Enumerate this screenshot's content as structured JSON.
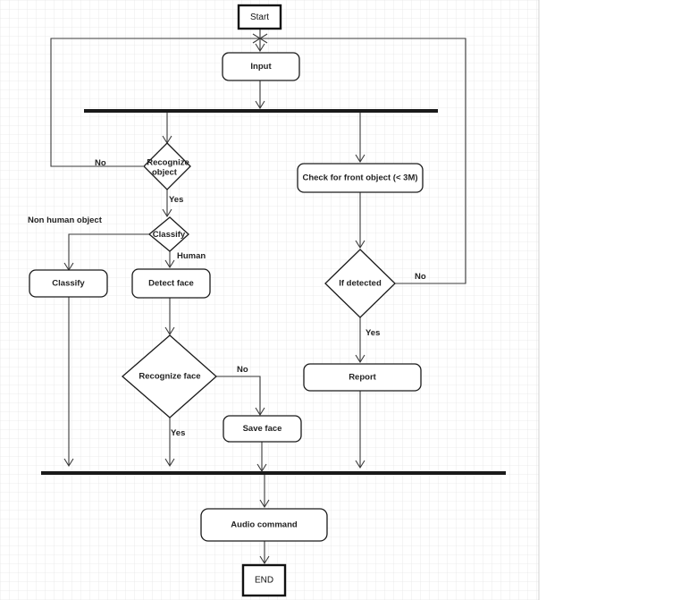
{
  "nodes": {
    "start": "Start",
    "input": "Input",
    "recognize_object_line1": "Recognize",
    "recognize_object_line2": "object",
    "classify_decision": "Classify",
    "classify_box": "Classify",
    "detect_face": "Detect face",
    "recognize_face": "Recognize face",
    "save_face": "Save face",
    "check_front": "Check for front object (< 3M)",
    "if_detected": "If detected",
    "report": "Report",
    "audio_command": "Audio command",
    "end": "END"
  },
  "edge_labels": {
    "recognize_object_no": "No",
    "recognize_object_yes": "Yes",
    "classify_non_human": "Non human object",
    "classify_human": "Human",
    "recognize_face_no": "No",
    "recognize_face_yes": "Yes",
    "if_detected_no": "No",
    "if_detected_yes": "Yes"
  }
}
